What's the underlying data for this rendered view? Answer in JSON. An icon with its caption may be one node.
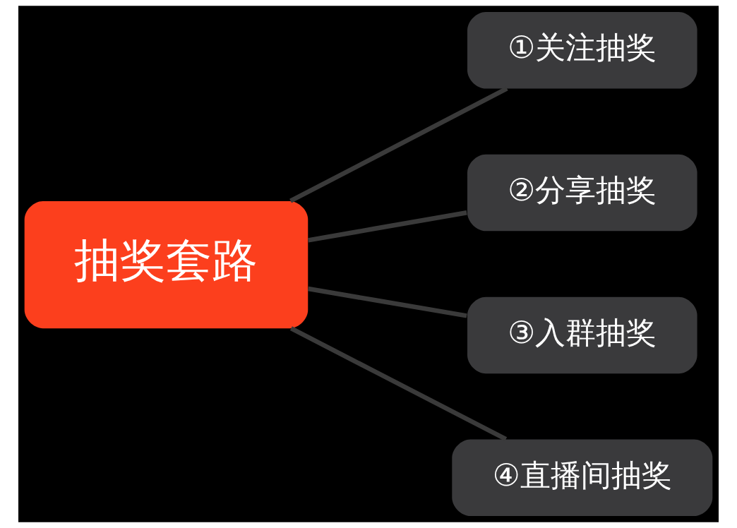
{
  "diagram": {
    "nodes": [
      {
        "text": [
          "抽奖套路"
        ]
      },
      {
        "text": [
          "①关注抽奖"
        ]
      },
      {
        "text": [
          "②分享抽奖"
        ]
      },
      {
        "text": [
          "③入群抽奖"
        ]
      },
      {
        "text": [
          "④直播间抽奖"
        ]
      }
    ],
    "edges": [
      {
        "from": 0,
        "to": 1,
        "arrow": "none"
      },
      {
        "from": 0,
        "to": 2,
        "arrow": "none"
      },
      {
        "from": 0,
        "to": 3,
        "arrow": "none"
      },
      {
        "from": 0,
        "to": 4,
        "arrow": "none"
      }
    ]
  }
}
